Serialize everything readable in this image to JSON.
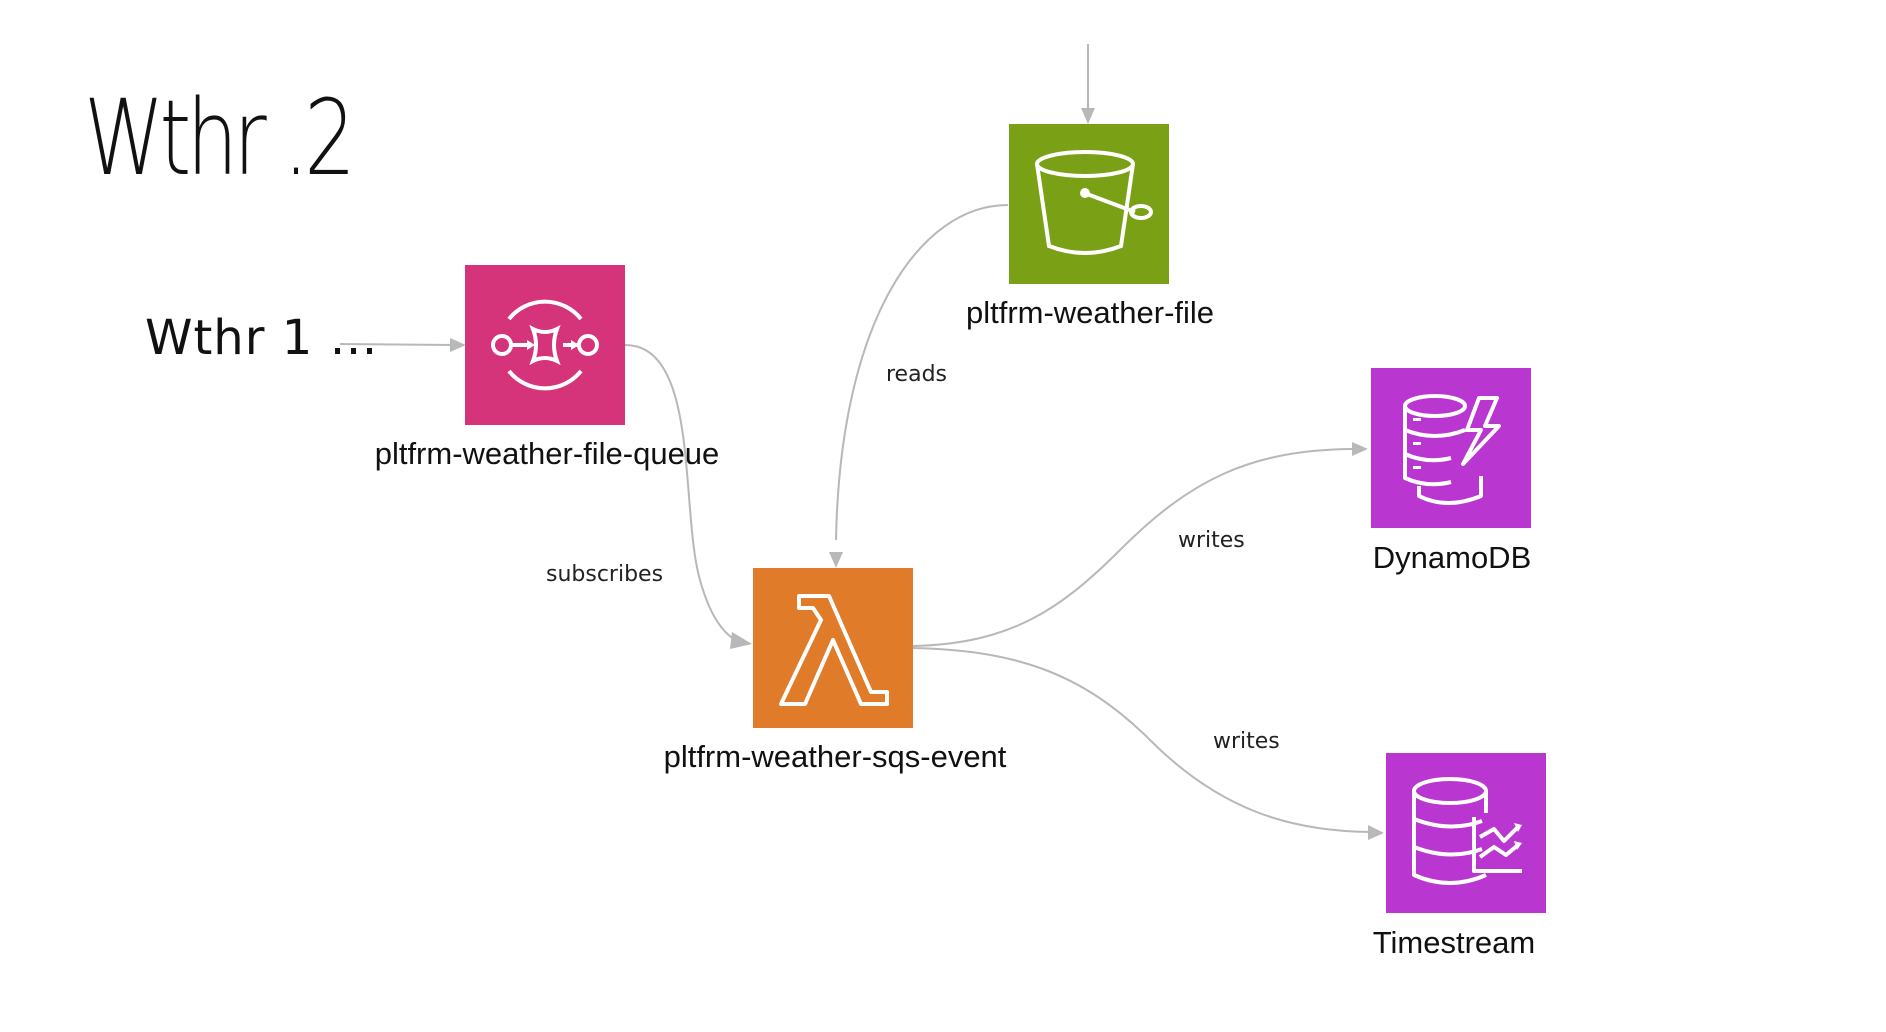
{
  "title": "Wthr .2",
  "source_label": "Wthr 1 …",
  "colors": {
    "sqs": "#d6347a",
    "s3": "#7aa116",
    "lambda": "#e07b2a",
    "database": "#b936d1",
    "edge": "#b8b8b8"
  },
  "nodes": {
    "queue": {
      "label": "pltfrm-weather-file-queue",
      "icon": "sqs-queue-icon"
    },
    "bucket": {
      "label": "pltfrm-weather-file",
      "icon": "s3-bucket-icon"
    },
    "lambda": {
      "label": "pltfrm-weather-sqs-event",
      "icon": "lambda-icon"
    },
    "dynamodb": {
      "label": "DynamoDB",
      "icon": "dynamodb-icon"
    },
    "timestream": {
      "label": "Timestream",
      "icon": "timestream-icon"
    }
  },
  "edges": {
    "queue_to_lambda": "subscribes",
    "bucket_to_lambda": "reads",
    "lambda_to_dynamodb": "writes",
    "lambda_to_timestream": "writes"
  }
}
